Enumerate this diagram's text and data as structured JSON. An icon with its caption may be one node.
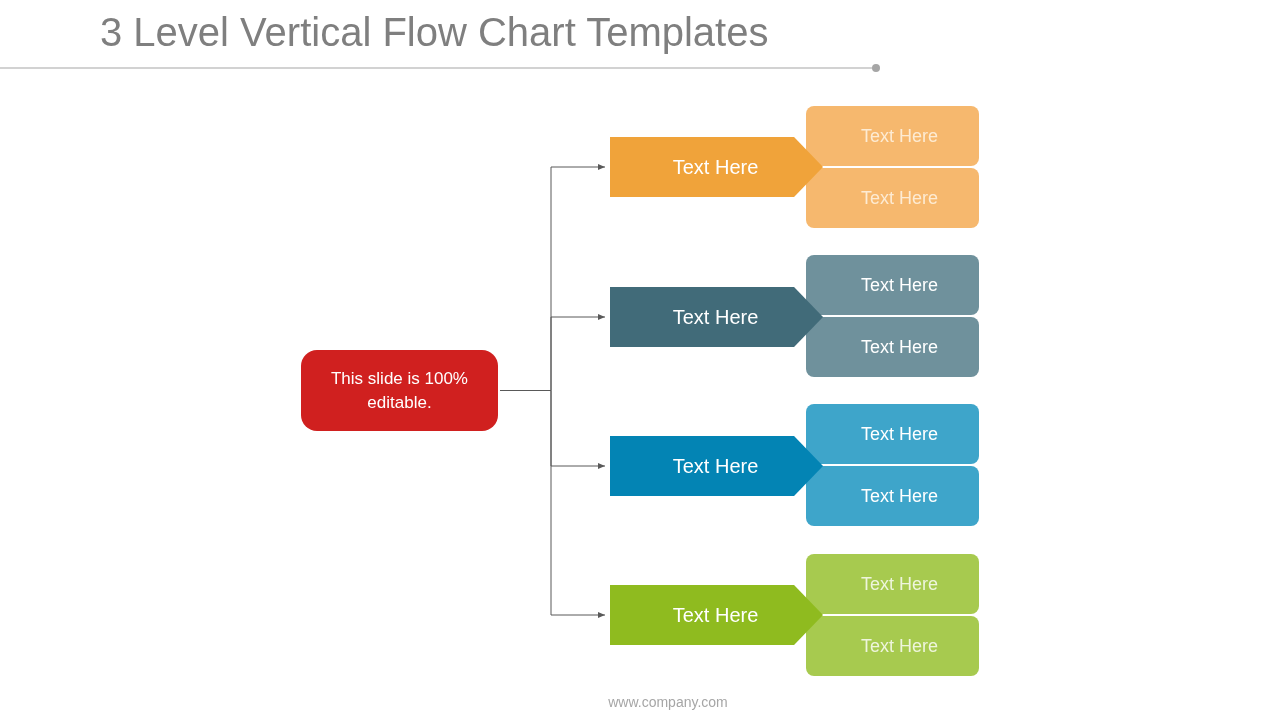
{
  "diagram": {
    "title": "3 Level Vertical Flow Chart Templates",
    "nodes": [
      {
        "text": [
          "This slide is 100% editable."
        ]
      },
      {
        "text": [
          "Text Here"
        ]
      },
      {
        "text": [
          "Text Here"
        ]
      },
      {
        "text": [
          "Text Here"
        ]
      },
      {
        "text": [
          "Text Here"
        ]
      },
      {
        "text": [
          "Text Here"
        ]
      },
      {
        "text": [
          "Text Here"
        ]
      },
      {
        "text": [
          "Text Here"
        ]
      },
      {
        "text": [
          "Text Here"
        ]
      },
      {
        "text": [
          "Text Here"
        ]
      },
      {
        "text": [
          "Text Here"
        ]
      },
      {
        "text": [
          "Text Here"
        ]
      },
      {
        "text": [
          "Text Here"
        ]
      }
    ],
    "edges": [
      {
        "from": 0,
        "to": 1,
        "arrow": "to"
      },
      {
        "from": 0,
        "to": 4,
        "arrow": "to"
      },
      {
        "from": 0,
        "to": 7,
        "arrow": "to"
      },
      {
        "from": 0,
        "to": 10,
        "arrow": "to"
      }
    ],
    "labels": [
      "www.company.com"
    ]
  }
}
